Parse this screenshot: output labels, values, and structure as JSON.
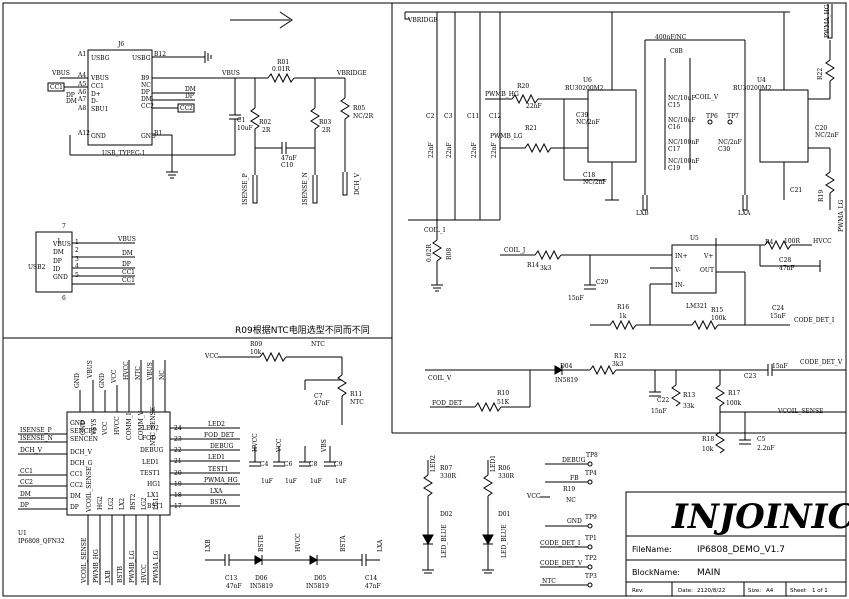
{
  "company": "INJOINIC",
  "title_block": {
    "filename_label": "FileName:",
    "filename_value": "IP6808_DEMO_V1.7",
    "blockname_label": "BlockName:",
    "blockname_value": "MAIN",
    "rev_label": "Rev:",
    "date_label": "Date:",
    "date_value": "2120/8/22",
    "size_label": "Size:",
    "size_value": "A4",
    "sheet_label": "Sheet",
    "sheet_value": "1 of 1"
  },
  "note": "R09根据NTC电阻选型不同而不同",
  "nets": {
    "vbus": "VBUS",
    "vbridge": "VBRIDGE",
    "isense_p": "ISENSE_P",
    "isense_n": "ISENSE_N",
    "dch_v": "DCH_V",
    "coil_i": "COIL_I",
    "coil_j": "COIL_J",
    "coil_v": "COIL_V",
    "pwmb_hg": "PWMB_HG",
    "pwmb_lg": "PWMB_LG",
    "pwma_hg": "PWMA_HG",
    "pwma_lg": "PWMA_LG",
    "lxb": "LXB",
    "lxa": "LXA",
    "hvcc": "HVCC",
    "code_det_i": "CODE_DET_I",
    "code_det_v": "CODE_DET_V",
    "fod_det": "FOD_DET",
    "vcoil_sense": "VCOIL_SENSE",
    "vcc": "VCC",
    "ntc": "NTC",
    "debug": "DEBUG",
    "fb": "FB",
    "gnd": "GND",
    "bsta": "BSTA",
    "bstb": "BSTB",
    "cc1": "CC1",
    "cc2": "CC2",
    "dm": "DM",
    "dp": "DP"
  },
  "parts": {
    "j6": "J6",
    "usb_typec": "USB_TYPEC-1",
    "usb2": "USB2",
    "c1": "C1",
    "c1_val": "10uF",
    "r01": "R01",
    "r01_val": "0.01R",
    "r02": "R02",
    "r03": "R03",
    "r2r": "2R",
    "r05": "R05",
    "r05_val": "NC/2R",
    "c10": "C10",
    "c10_val": "47nF",
    "u6": "U6",
    "u4": "U4",
    "mos": "RU30200M2",
    "r20": "R20",
    "r21": "R21",
    "r22": "R22",
    "r19": "R19",
    "c8b": "C8B",
    "c8b_val": "400nF/NC",
    "u5": "U5",
    "lm321": "LM321",
    "r14": "R14",
    "r14_val": "3k3",
    "r4": "R4",
    "r4_val": "100R",
    "c28": "C28",
    "c28_val": "47nF",
    "r16": "R16",
    "r16_val": "1k",
    "r15": "R15",
    "r15_val": "100k",
    "c24": "C24",
    "c24_val": "15nF",
    "c29": "C29",
    "c29_val": "15nF",
    "r08": "R08",
    "r08_val": "0.02R",
    "r09": "R09",
    "r09_val": "10k",
    "r11": "R11",
    "c7": "C7",
    "c7_val": "47nF",
    "d04": "D04",
    "in5819": "IN5819",
    "r12": "R12",
    "r12_val": "3k3",
    "r10": "R10",
    "r10_val": "51K",
    "c22": "C22",
    "c22_val": "15nF",
    "r13": "R13",
    "r13_val": "33k",
    "r17": "R17",
    "r17_val": "100k",
    "c23": "C23",
    "c23_val": "15nF",
    "r18": "R18",
    "r18_val": "10k",
    "c5": "C5",
    "c5_val": "2.2nF",
    "c4": "C4",
    "c6": "C6",
    "c8": "C8",
    "c9": "C9",
    "cap_1uf": "1uF",
    "c13": "C13",
    "c14": "C14",
    "c_47nf": "47nF",
    "d06": "D06",
    "d05": "D05",
    "u1": "U1",
    "ip6808": "IP6808_QFN32",
    "led2": "LED2",
    "led1": "LED1",
    "r07": "R07",
    "r06": "R06",
    "r_330": "330R",
    "d02": "D02",
    "d01": "D01",
    "led_blue": "LED_BLUE",
    "tp1": "TP1",
    "tp2": "TP2",
    "tp3": "TP3",
    "tp4": "TP4",
    "tp6": "TP6",
    "tp7": "TP7",
    "tp8": "TP8",
    "tp9": "TP9",
    "r19b": "R19",
    "nc": "NC",
    "c2": "C2",
    "c3": "C3",
    "c11": "C11",
    "c12": "C12",
    "c20": "C20",
    "c21": "C21",
    "c15": "C15",
    "c16": "C16",
    "c17": "C17",
    "c18": "C18",
    "c19": "C19",
    "c30": "C30",
    "c39": "C39",
    "c_22nf": "22nF",
    "c_nc_2nf": "NC/2nF",
    "c_nc_100nf": "NC/100nF",
    "c_nc_10uf": "NC/10uF"
  }
}
